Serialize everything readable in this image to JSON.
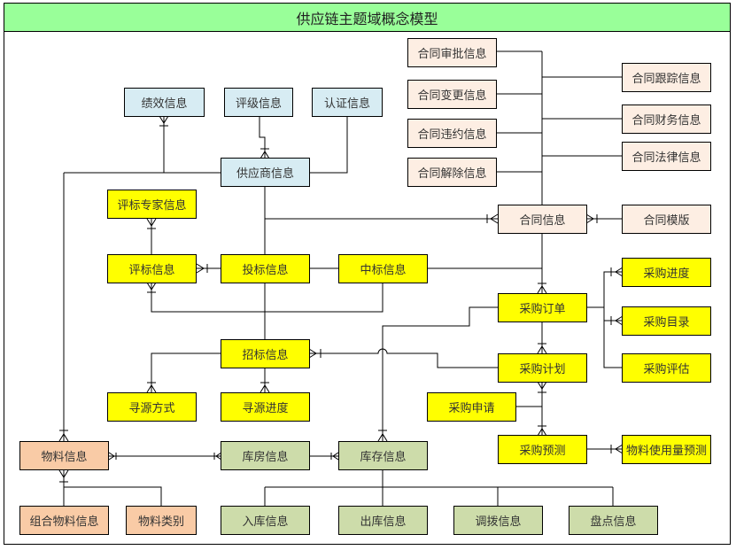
{
  "title": "供应链主题域概念模型",
  "colors": {
    "title_bg": "#99ff99",
    "supplier": "#d7ecf3",
    "contract": "#fdeee3",
    "procurement": "#ffff00",
    "material": "#f9cba6",
    "inventory": "#cddcaa"
  },
  "nodes": {
    "perf": "绩效信息",
    "rating": "评级信息",
    "cert": "认证信息",
    "supplier": "供应商信息",
    "expert": "评标专家信息",
    "evaluation": "评标信息",
    "bid": "投标信息",
    "award": "中标信息",
    "tender": "招标信息",
    "source_method": "寻源方式",
    "source_progress": "寻源进度",
    "c_approve": "合同审批信息",
    "c_change": "合同变更信息",
    "c_breach": "合同违约信息",
    "c_cancel": "合同解除信息",
    "c_track": "合同跟踪信息",
    "c_finance": "合同财务信息",
    "c_legal": "合同法律信息",
    "contract": "合同信息",
    "c_template": "合同模版",
    "p_order": "采购订单",
    "p_progress": "采购进度",
    "p_catalog": "采购目录",
    "p_assess": "采购评估",
    "p_plan": "采购计划",
    "p_request": "采购申请",
    "p_forecast": "采购预测",
    "usage_forecast": "物料使用量预测",
    "material": "物料信息",
    "warehouse": "库房信息",
    "stock": "库存信息",
    "combo_material": "组合物料信息",
    "material_cat": "物料类别",
    "in_stock": "入库信息",
    "out_stock": "出库信息",
    "transfer": "调拨信息",
    "inventory_check": "盘点信息"
  }
}
